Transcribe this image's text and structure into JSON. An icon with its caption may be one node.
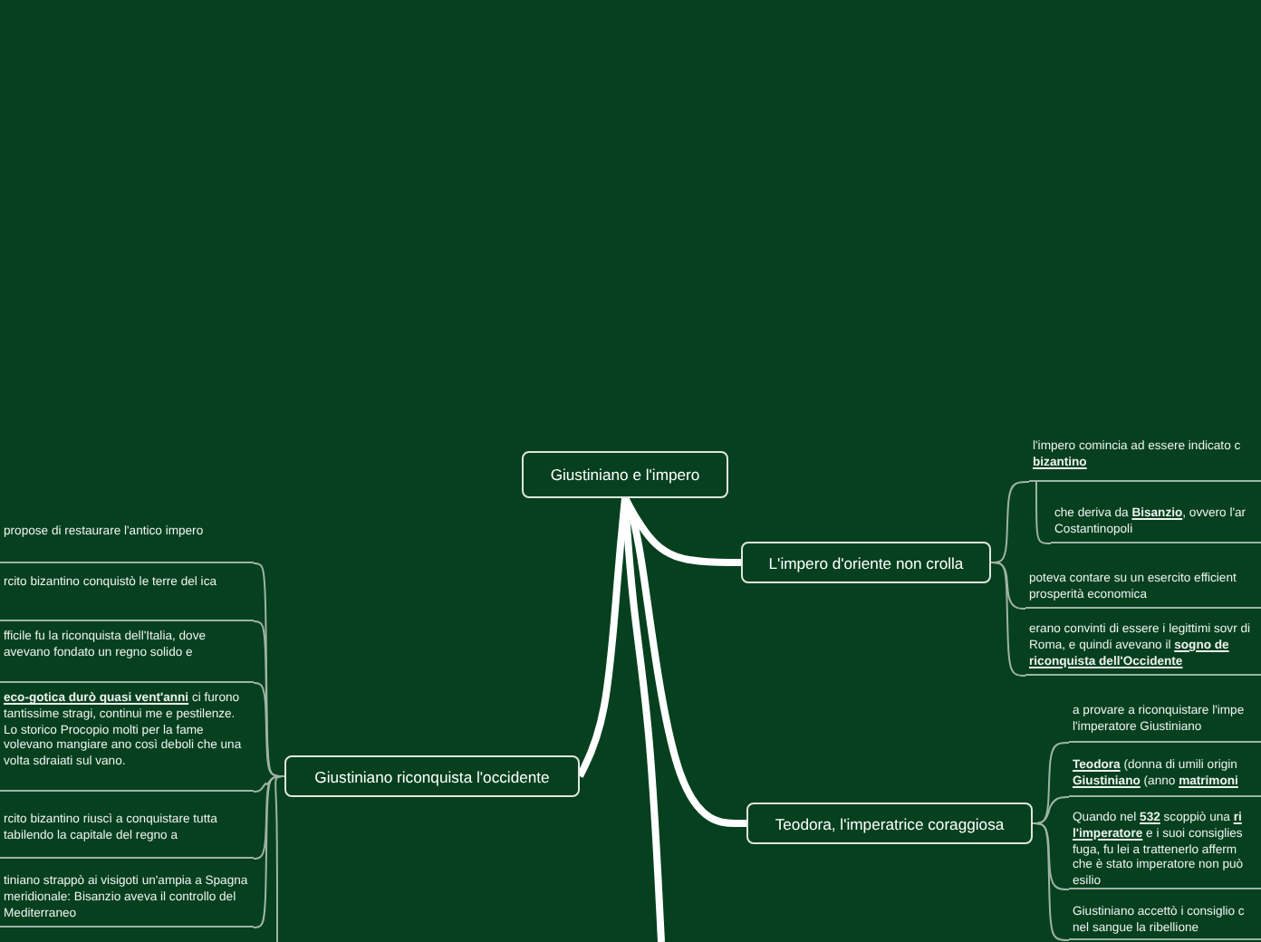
{
  "diagram": {
    "nodes": [
      {
        "text": [
          "Giustiniano e l'impero"
        ]
      },
      {
        "text": [
          "L'impero d'oriente non crolla"
        ]
      },
      {
        "text": [
          "l'impero comincia ad essere indicato c **bizantino**"
        ]
      },
      {
        "text": [
          "che deriva da **Bisanzio**, ovvero l'ar Costantinopoli"
        ]
      },
      {
        "text": [
          "poteva contare su un esercito efficient prosperità economica"
        ]
      },
      {
        "text": [
          "erano convinti di essere i legittimi sovr di Roma, e quindi avevano il **sogno de riconquista dell'Occidente**"
        ]
      },
      {
        "text": [
          "Teodora, l'imperatrice coraggiosa"
        ]
      },
      {
        "text": [
          "a provare a riconquistare l'impe l'imperatore Giustiniano"
        ]
      },
      {
        "text": [
          "**Teodora** (donna di umili origin **Giustiniano** (anno **matrimoni**"
        ]
      },
      {
        "text": [
          "Quando nel **532** scoppiò una **ri l'imperatore** e i suoi consiglies fuga, fu lei a trattenerlo afferm che è stato imperatore non può esilio"
        ]
      },
      {
        "text": [
          "Giustiniano accettò i consiglio c nel sangue la ribellione"
        ]
      },
      {
        "text": [
          "Giustiniano riconquista l'occidente"
        ]
      },
      {
        "text": [
          "propose di restaurare l'antico impero"
        ]
      },
      {
        "text": [
          "rcito bizantino conquistò le terre del ica"
        ]
      },
      {
        "text": [
          "fficile fu la riconquista dell'Italia, dove avevano fondato un regno solido e"
        ]
      },
      {
        "text": [
          "**eco-gotica durò quasi vent'anni** ci furono tantissime stragi, continui me e pestilenze. Lo storico Procopio molti per la fame volevano mangiare ano così deboli che una volta sdraiati sul vano."
        ]
      },
      {
        "text": [
          "rcito bizantino riuscì a conquistare tutta tabilendo la capitale del regno a"
        ]
      },
      {
        "text": [
          "tiniano strappò ai visigoti un'ampia a Spagna meridionale: Bisanzio aveva il controllo del Mediterraneo"
        ]
      }
    ],
    "edges": [
      {
        "from": 0,
        "to": 1,
        "arrow": "none",
        "style": "thick",
        "color": "#ffffff"
      },
      {
        "from": 0,
        "to": 6,
        "arrow": "none",
        "style": "thick",
        "color": "#ffffff"
      },
      {
        "from": 0,
        "to": 11,
        "arrow": "none",
        "style": "thick",
        "color": "#ffffff"
      },
      {
        "from": 0,
        "to": null,
        "arrow": "none",
        "style": "thick",
        "color": "#ffffff"
      },
      {
        "from": 1,
        "to": 2,
        "arrow": "none"
      },
      {
        "from": 2,
        "to": 3,
        "arrow": "none"
      },
      {
        "from": 1,
        "to": 4,
        "arrow": "none"
      },
      {
        "from": 1,
        "to": 5,
        "arrow": "none"
      },
      {
        "from": 6,
        "to": 7,
        "arrow": "none"
      },
      {
        "from": 6,
        "to": 8,
        "arrow": "none"
      },
      {
        "from": 6,
        "to": 9,
        "arrow": "none"
      },
      {
        "from": 6,
        "to": 10,
        "arrow": "none"
      },
      {
        "from": 11,
        "to": 12,
        "arrow": "none"
      },
      {
        "from": 11,
        "to": 13,
        "arrow": "none"
      },
      {
        "from": 11,
        "to": 14,
        "arrow": "none"
      },
      {
        "from": 11,
        "to": 15,
        "arrow": "none"
      },
      {
        "from": 11,
        "to": 16,
        "arrow": "none"
      },
      {
        "from": 11,
        "to": 17,
        "arrow": "none"
      },
      {
        "from": 11,
        "to": null,
        "arrow": "none"
      }
    ]
  }
}
